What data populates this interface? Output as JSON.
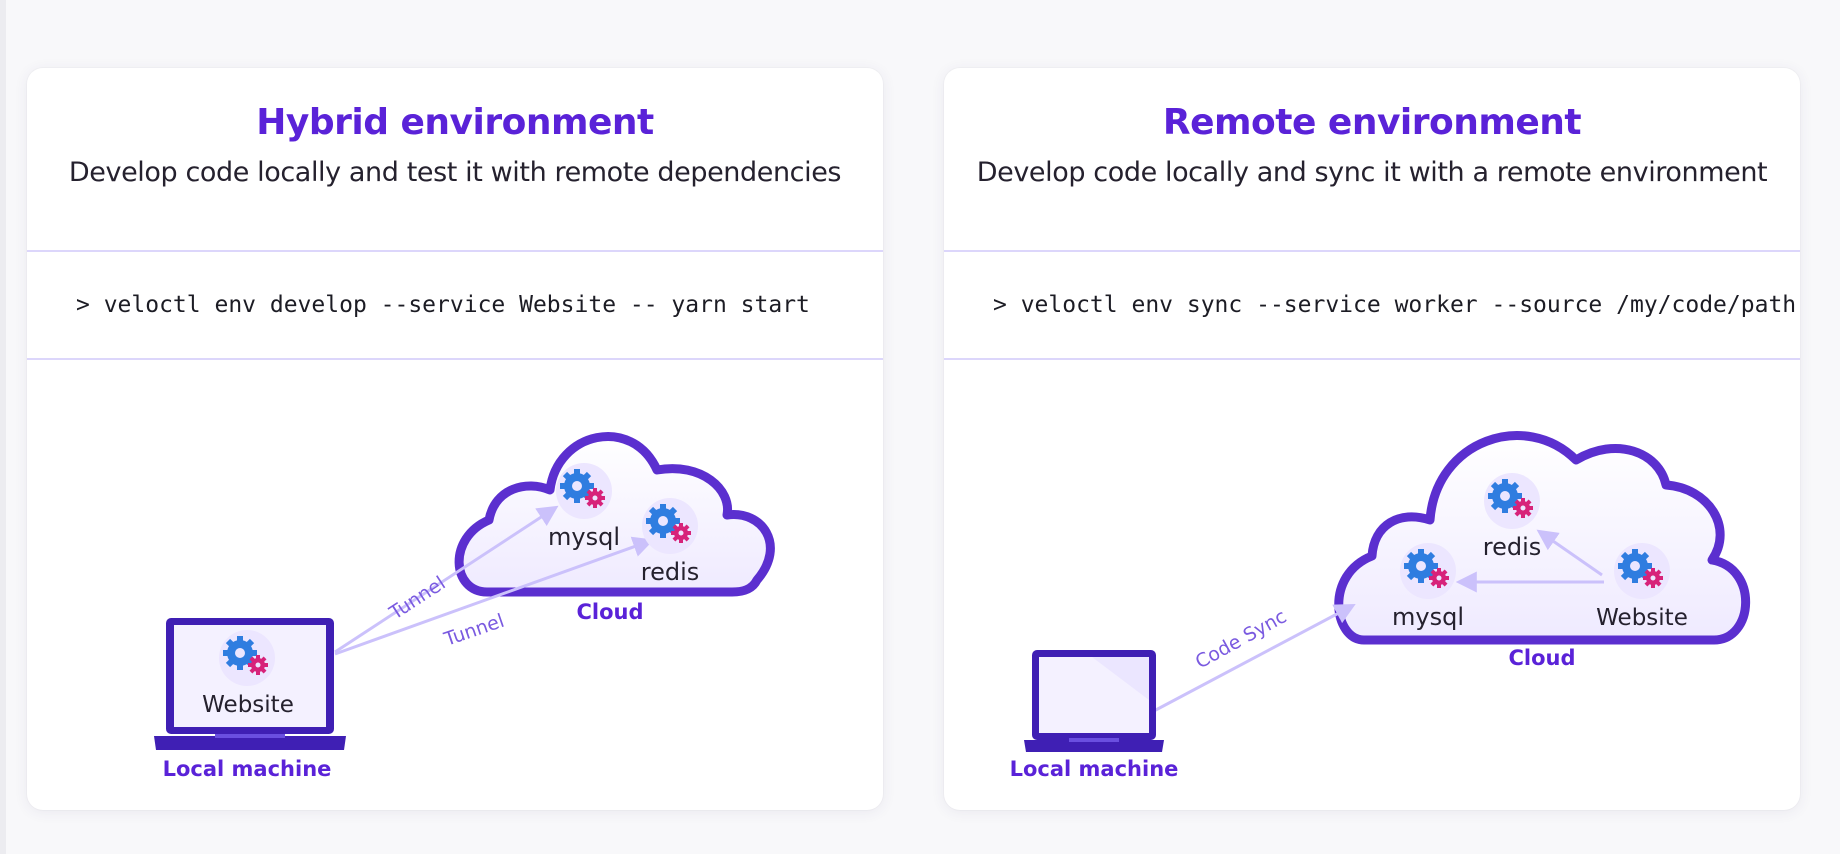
{
  "colors": {
    "accent": "#5a22d8",
    "cloud_outline": "#5b2fcf",
    "cloud_fill": "#f5f2ff",
    "arrow": "#cbc1fb",
    "gear_blue": "#2f7de0",
    "gear_pink": "#d7237a",
    "divider": "#dcd6fb"
  },
  "hybrid": {
    "title": "Hybrid environment",
    "subtitle": "Develop code locally and test it with remote dependencies",
    "command": "> veloctl env develop --service Website -- yarn start",
    "diagram": {
      "service_mysql": "mysql",
      "service_redis": "redis",
      "cloud_label": "Cloud",
      "laptop_service": "Website",
      "laptop_label": "Local machine",
      "tunnel_1": "Tunnel",
      "tunnel_2": "Tunnel"
    }
  },
  "remote": {
    "title": "Remote environment",
    "subtitle": "Develop code locally and sync it with a remote environment",
    "command": "> veloctl env sync --service worker --source /my/code/path",
    "diagram": {
      "service_redis": "redis",
      "service_mysql": "mysql",
      "service_website": "Website",
      "cloud_label": "Cloud",
      "laptop_label": "Local machine",
      "sync_label": "Code Sync"
    }
  }
}
